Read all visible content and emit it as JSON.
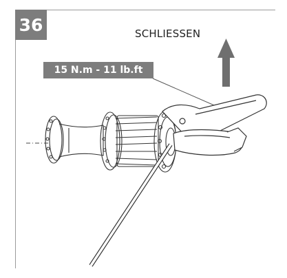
{
  "step": {
    "number": "36"
  },
  "instruction": {
    "action": "SCHLIESSEN"
  },
  "torque": {
    "label": "15 N.m - 11 lb.ft"
  },
  "colors": {
    "badge": "#7d7d7d",
    "badge_text": "#ffffff",
    "line": "#333333",
    "arrow": "#6f6f6f",
    "frame": "#9a9a9a"
  }
}
